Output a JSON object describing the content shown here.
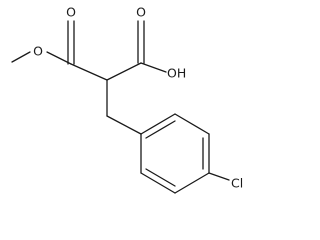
{
  "molecule": {
    "atom_labels": {
      "ester_carbonyl_oxygen": "O",
      "ester_oxygen": "O",
      "acid_carbonyl_oxygen": "O",
      "hydroxyl": "OH",
      "chlorine": "Cl"
    },
    "colors": {
      "bond": "#1a1a1a",
      "label": "#1a1a1a",
      "background": "#ffffff"
    }
  }
}
